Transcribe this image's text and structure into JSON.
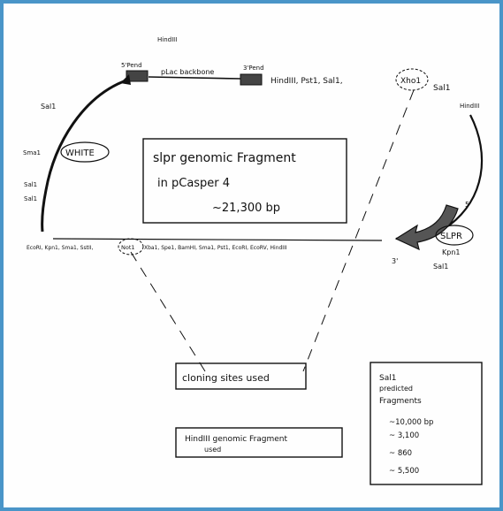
{
  "colors": {
    "frame_border": "#4a95c8",
    "ink": "#111111",
    "background": "#fefefe"
  },
  "labels": {
    "hindiii_top": "HindIII",
    "five_prime_pend": "5'Pend",
    "plac_backbone": "pLac backbone",
    "three_prime_pend": "3'Pend",
    "top_sites": "HindIII, Pst1, Sal1,",
    "xho1": "Xho1",
    "sal1_right": "Sal1",
    "hindiii_right": "HindIII",
    "sal1_left": "Sal1",
    "sma1": "Sma1",
    "white": "WHITE",
    "sal1_left2": "Sal1",
    "sal1_left3": "Sal1",
    "five_prime": "5'",
    "three_prime": "3'",
    "slpr": "SLPR",
    "kpn1": "Kpn1",
    "sal1_bottom": "Sal1",
    "mcs_left": "EcoRI, Kpn1, Sma1, SstII,",
    "not1": "Not1",
    "mcs_right": "Xba1, Spe1, BamHI, Sma1, Pst1, EcoRI, EcoRV, HindIII"
  },
  "center_box": {
    "line1": "slpr genomic Fragment",
    "line2": "in pCasper 4",
    "line3": "~21,300 bp"
  },
  "cloning_box": {
    "text": "cloning sites used"
  },
  "hind_box": {
    "line1": "HindIII genomic Fragment",
    "line2": "used"
  },
  "sal_box": {
    "line1": "Sal1",
    "line2": "predicted",
    "line3": "Fragments",
    "values": [
      "~10,000 bp",
      "~ 3,100",
      "~ 860",
      "~ 5,500"
    ]
  }
}
